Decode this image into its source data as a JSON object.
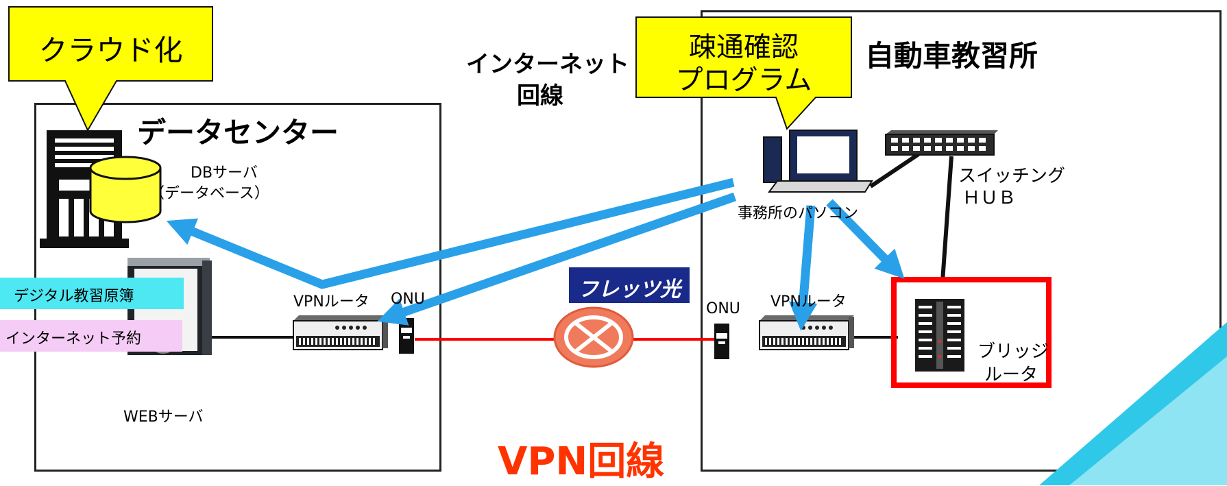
{
  "datacenter": {
    "title": "データセンター",
    "db_server_line1": "DBサーバ",
    "db_server_line2": "（データベース）",
    "web_server": "WEBサーバ",
    "vpn_router": "VPNルータ",
    "onu": "ONU",
    "tags": [
      "デジタル教習原簿",
      "インターネット予約"
    ]
  },
  "school": {
    "title": "自動車教習所",
    "pc_label": "事務所のパソコン",
    "switch_line1": "スイッチング",
    "switch_line2": "ＨＵＢ",
    "vpn_router": "VPNルータ",
    "onu": "ONU",
    "bridge_line1": "ブリッジ",
    "bridge_line2": "ルータ"
  },
  "callouts": {
    "cloud": "クラウド化",
    "program_line1": "疎通確認",
    "program_line2": "プログラム"
  },
  "internet": {
    "line1": "インターネット",
    "line2": "回線",
    "flets_logo": "フレッツ光"
  },
  "vpn_line_label": "VPN回線",
  "colors": {
    "callout_fill": "#ffff00",
    "arrow": "#2aa0e8",
    "vpn_line": "#ff0000",
    "blocked": "#f07a5c",
    "bridge_frame": "#ff0000",
    "vpn_label": "#ff3300",
    "tag_cyan": "#4de8f2",
    "tag_pink": "#f5ccf5",
    "flets_blue": "#1a2a8a"
  }
}
